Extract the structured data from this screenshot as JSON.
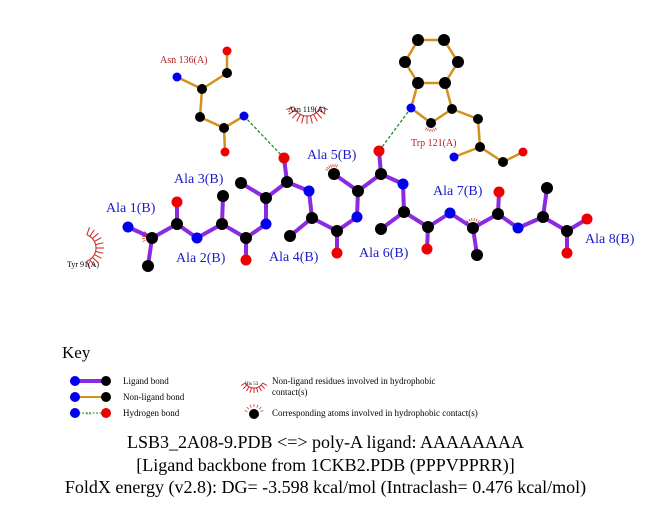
{
  "colors": {
    "ligand_bond": "#8a2be2",
    "nonligand_bond": "#d4901c",
    "hbond": "#228b22",
    "N": "#0000ee",
    "O": "#ee0000",
    "C": "#000000",
    "ligand_label": "#1c1ccc",
    "residue_label": "#b22222",
    "hydrophobic": "#cc2222"
  },
  "ligand_residues": [
    "Ala 1(B)",
    "Ala 2(B)",
    "Ala 3(B)",
    "Ala 4(B)",
    "Ala 5(B)",
    "Ala 6(B)",
    "Ala 7(B)",
    "Ala 8(B)"
  ],
  "hbond_residues": [
    "Asn 136(A)",
    "Trp 121(A)"
  ],
  "hydrophobic_residues": [
    "Asn 119(A)",
    "Tyr 91(A)"
  ],
  "key": {
    "title": "Key",
    "ligand_bond": "Ligand bond",
    "nonligand_bond": "Non-ligand bond",
    "hydrogen_bond": "Hydrogen bond",
    "hbond_length": "3.0",
    "example_residue": "His 53",
    "nonligand_hydrophobic": "Non-ligand residues involved in hydrophobic",
    "nonligand_hydrophobic_2": "contact(s)",
    "corresponding_atoms": "Corresponding atoms involved in hydrophobic contact(s)"
  },
  "caption": {
    "line1": "LSB3_2A08-9.PDB <=> poly-A ligand: AAAAAAAA",
    "line2": "[Ligand backbone from 1CKB2.PDB (PPPVPPRR)]",
    "line3": "FoldX energy (v2.8): DG= -3.598 kcal/mol (Intraclash= 0.476 kcal/mol)"
  }
}
